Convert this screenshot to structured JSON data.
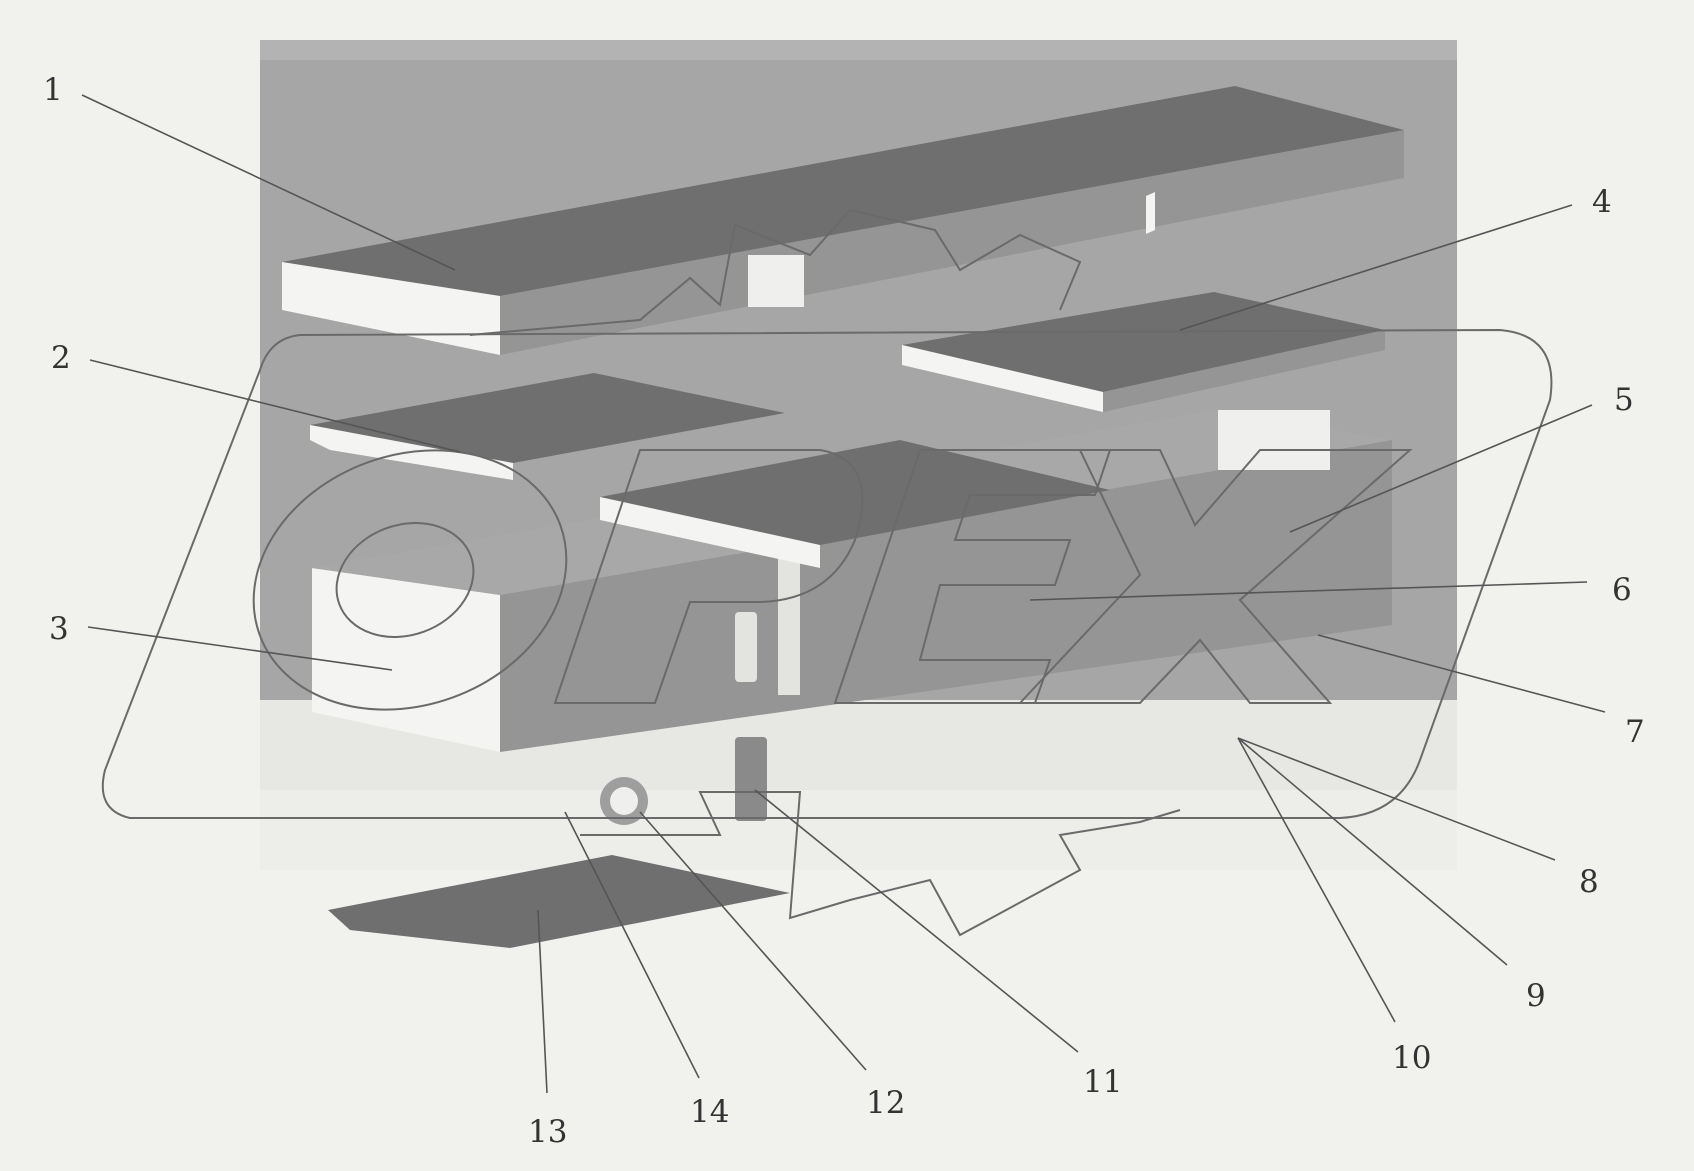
{
  "watermark": {
    "text": "OPEX"
  },
  "callouts": [
    {
      "n": "1"
    },
    {
      "n": "2"
    },
    {
      "n": "3"
    },
    {
      "n": "4"
    },
    {
      "n": "5"
    },
    {
      "n": "6"
    },
    {
      "n": "7"
    },
    {
      "n": "8"
    },
    {
      "n": "9"
    },
    {
      "n": "10"
    },
    {
      "n": "11"
    },
    {
      "n": "12"
    },
    {
      "n": "13"
    },
    {
      "n": "14"
    }
  ]
}
